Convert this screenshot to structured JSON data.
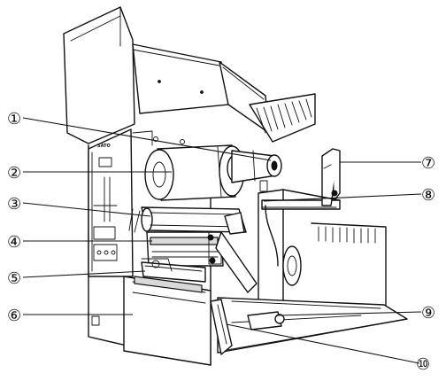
{
  "brand": {
    "label": "SATO"
  },
  "callouts": [
    {
      "id": "callout-1",
      "label": "①"
    },
    {
      "id": "callout-2",
      "label": "②"
    },
    {
      "id": "callout-3",
      "label": "③"
    },
    {
      "id": "callout-4",
      "label": "④"
    },
    {
      "id": "callout-5",
      "label": "⑤"
    },
    {
      "id": "callout-6",
      "label": "⑥"
    },
    {
      "id": "callout-7",
      "label": "⑦"
    },
    {
      "id": "callout-8",
      "label": "⑧"
    },
    {
      "id": "callout-9",
      "label": "⑨"
    },
    {
      "id": "callout-10",
      "label": "⑩"
    }
  ]
}
